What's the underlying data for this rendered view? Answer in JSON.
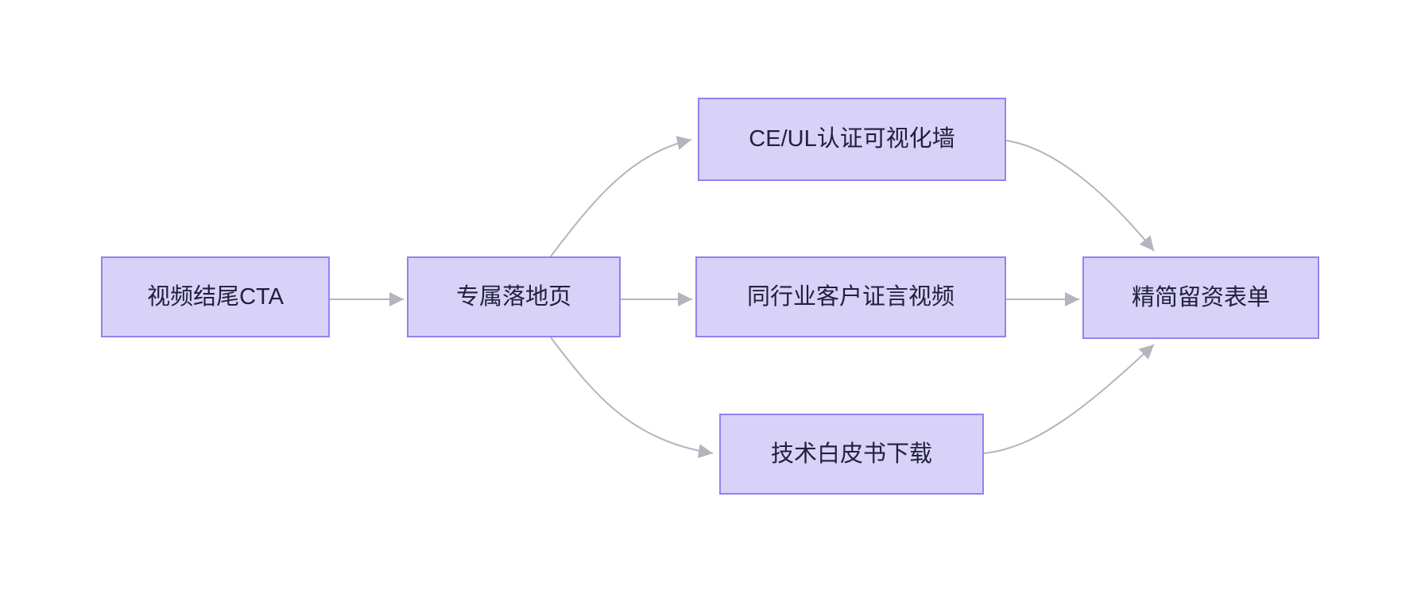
{
  "diagram": {
    "type": "flowchart",
    "direction": "left-to-right",
    "nodes": [
      {
        "id": "A",
        "label": "视频结尾CTA"
      },
      {
        "id": "B",
        "label": "专属落地页"
      },
      {
        "id": "C",
        "label": "CE/UL认证可视化墙"
      },
      {
        "id": "D",
        "label": "同行业客户证言视频"
      },
      {
        "id": "E",
        "label": "技术白皮书下载"
      },
      {
        "id": "F",
        "label": "精简留资表单"
      }
    ],
    "edges": [
      {
        "from": "视频结尾CTA",
        "to": "专属落地页"
      },
      {
        "from": "专属落地页",
        "to": "CE/UL认证可视化墙"
      },
      {
        "from": "专属落地页",
        "to": "同行业客户证言视频"
      },
      {
        "from": "专属落地页",
        "to": "技术白皮书下载"
      },
      {
        "from": "CE/UL认证可视化墙",
        "to": "精简留资表单"
      },
      {
        "from": "同行业客户证言视频",
        "to": "精简留资表单"
      },
      {
        "from": "技术白皮书下载",
        "to": "精简留资表单"
      }
    ],
    "colors": {
      "node_fill": "#d8d2f8",
      "node_border": "#8d85ee",
      "node_text": "#21213b",
      "edge": "#b5b3bd",
      "background": "#ffffff"
    }
  }
}
